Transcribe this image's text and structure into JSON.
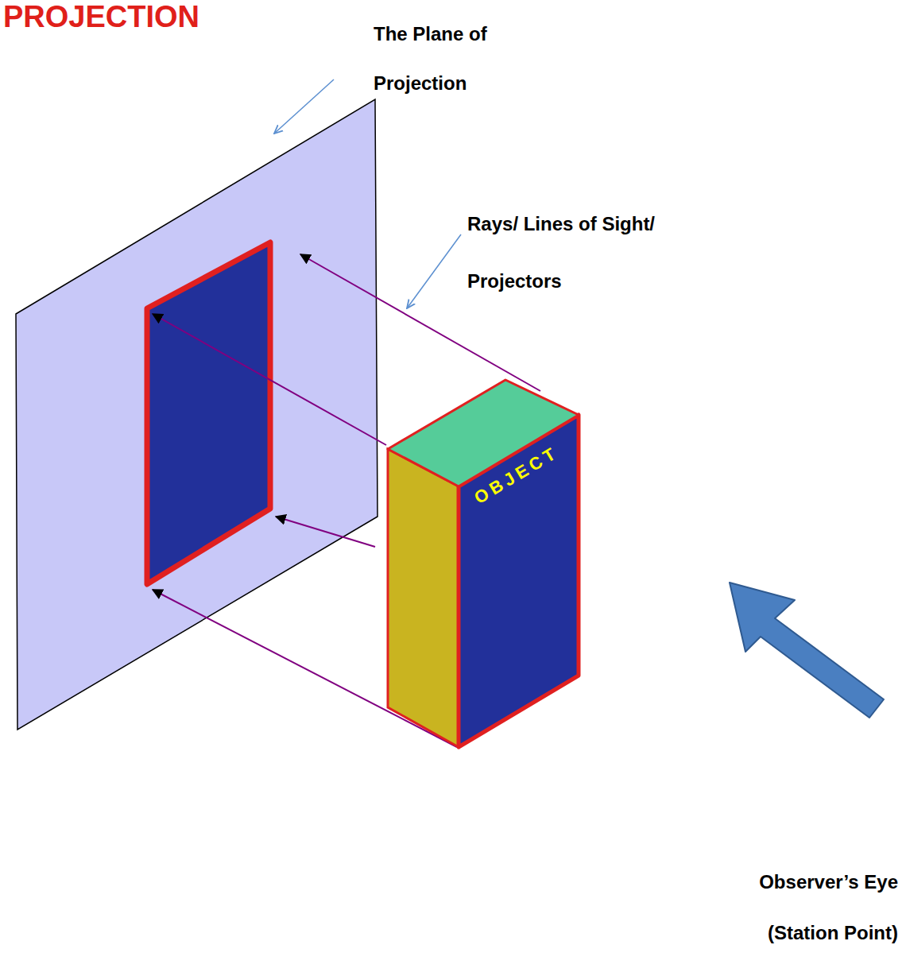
{
  "diagram": {
    "title": "PROJECTION",
    "nodes": [
      {
        "text": [
          "OBJECT"
        ]
      }
    ],
    "labels": [
      "The Plane of Projection",
      "Rays/ Lines of Sight/ Projectors",
      "Observer’s Eye (Station Point)"
    ]
  }
}
